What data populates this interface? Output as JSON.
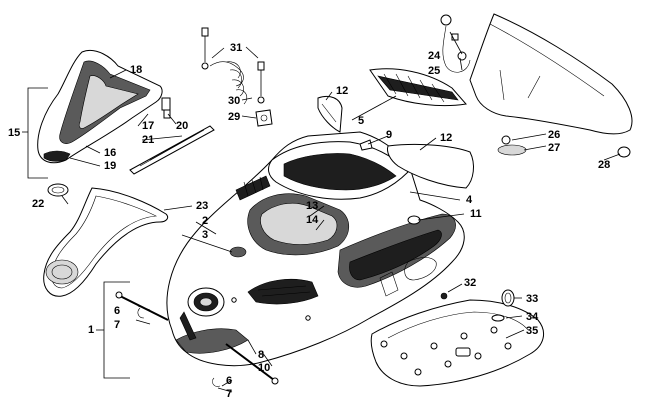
{
  "diagram": {
    "callouts": {
      "c1": "1",
      "c2": "2",
      "c3": "3",
      "c4": "4",
      "c5": "5",
      "c6a": "6",
      "c6b": "6",
      "c7a": "7",
      "c7b": "7",
      "c8": "8",
      "c9": "9",
      "c10": "10",
      "c11": "11",
      "c12a": "12",
      "c12b": "12",
      "c13": "13",
      "c14": "14",
      "c15": "15",
      "c16": "16",
      "c17": "17",
      "c18": "18",
      "c19": "19",
      "c20": "20",
      "c21": "21",
      "c22": "22",
      "c23": "23",
      "c24": "24",
      "c25": "25",
      "c26": "26",
      "c27": "27",
      "c28": "28",
      "c29": "29",
      "c30": "30",
      "c31": "31",
      "c32": "32",
      "c33": "33",
      "c34": "34",
      "c35": "35"
    }
  }
}
